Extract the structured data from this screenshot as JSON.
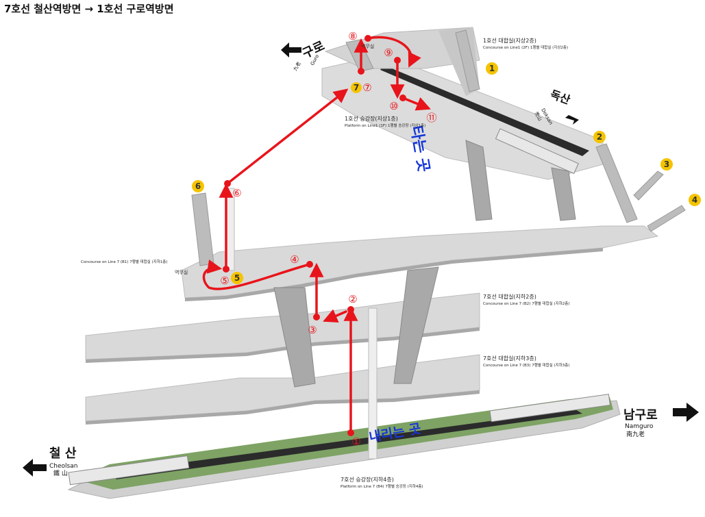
{
  "title": "7호선 철산역방면 → 1호선 구로역방면",
  "directions": {
    "guro": {
      "ko": "구로",
      "en": "Guro",
      "hanja": "九老"
    },
    "doksan": {
      "ko": "독산",
      "en": "Doksan",
      "hanja": "禿山"
    },
    "cheolsan": {
      "ko": "철 산",
      "en": "Cheolsan",
      "hanja": "鐵 山"
    },
    "namguro": {
      "ko": "남구로",
      "en": "Namguro",
      "hanja": "南九老"
    }
  },
  "levels": {
    "l1_concourse": {
      "ko": "1호선 대합실(지상2층)",
      "en": "Concourse on Line1 (2F)  1행별 대합실 (지상2층)"
    },
    "l1_platform": {
      "ko": "1호선 승강장(지상1층)",
      "en": "Platform on Line1 (1F)  1행별 승강장 (지상1층)"
    },
    "l7_concourse_b1": {
      "en": "Concourse on Line 7 (B1)  7행별 대합실 (지하1층)"
    },
    "l7_concourse_b2": {
      "ko": "7호선 대합실(지하2층)",
      "en": "Concourse on Line 7 (B2)  7행별 대합실 (지하2층)"
    },
    "l7_concourse_b3": {
      "ko": "7호선 대합실(지하3층)",
      "en": "Concourse on Line 7 (B3)  7행별 대합실 (지하3층)"
    },
    "l7_platform_b4": {
      "ko": "7호선 승강장(지하4층)",
      "en": "Platform on Line 7 (B4)  7행별 승강장 (지하4층)"
    }
  },
  "labels": {
    "board": "타는 곳",
    "alight": "내리는 곳",
    "office_top": "역무실",
    "office_mid": "역무실"
  },
  "exits": [
    {
      "id": "exit-1",
      "label": "1"
    },
    {
      "id": "exit-2",
      "label": "2"
    },
    {
      "id": "exit-3",
      "label": "3"
    },
    {
      "id": "exit-4",
      "label": "4"
    },
    {
      "id": "exit-5",
      "label": "5"
    },
    {
      "id": "exit-6",
      "label": "6"
    },
    {
      "id": "exit-7",
      "label": "7"
    }
  ],
  "route_steps": [
    {
      "label": "①"
    },
    {
      "label": "②"
    },
    {
      "label": "③"
    },
    {
      "label": "④"
    },
    {
      "label": "⑤"
    },
    {
      "label": "⑥"
    },
    {
      "label": "⑦"
    },
    {
      "label": "⑧"
    },
    {
      "label": "⑨"
    },
    {
      "label": "⑩"
    },
    {
      "label": "⑪"
    }
  ],
  "colors": {
    "route": "#e8141b",
    "exit_badge": "#f5c400",
    "board_text": "#1636d8",
    "platform_green": "#6f9a58",
    "floor": "#d9d9d9",
    "floor_edge": "#b9b9b9"
  }
}
